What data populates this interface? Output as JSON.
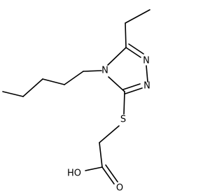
{
  "molecule": {
    "atoms": {
      "ring_n4": "N",
      "ring_n1": "N",
      "ring_n2": "N",
      "sulfur": "S",
      "hydroxyl": "HO",
      "carbonyl_o": "O"
    }
  },
  "colors": {
    "bond": "#000000",
    "label": "#000000",
    "background": "#ffffff"
  }
}
